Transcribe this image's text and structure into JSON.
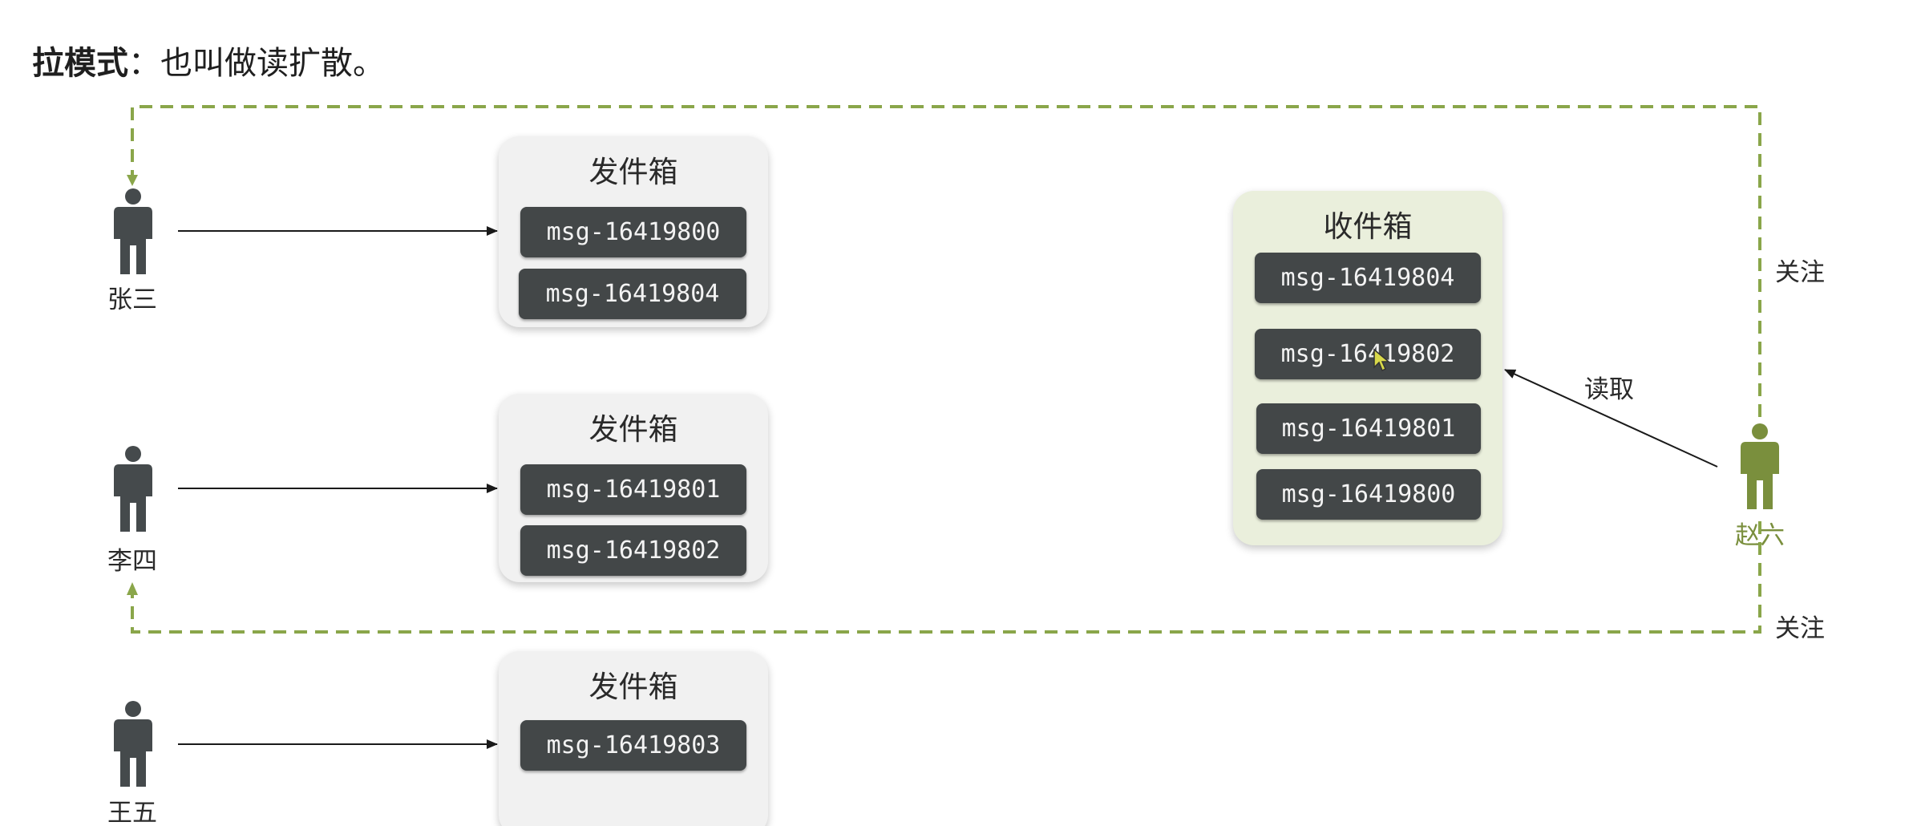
{
  "heading": {
    "bold": "拉模式",
    "rest": "：也叫做读扩散。"
  },
  "users": [
    {
      "name": "张三"
    },
    {
      "name": "李四"
    },
    {
      "name": "王五"
    },
    {
      "name": "赵六"
    }
  ],
  "outboxes": [
    {
      "title": "发件箱",
      "messages": [
        "msg-16419800",
        "msg-16419804"
      ]
    },
    {
      "title": "发件箱",
      "messages": [
        "msg-16419801",
        "msg-16419802"
      ]
    },
    {
      "title": "发件箱",
      "messages": [
        "msg-16419803"
      ]
    }
  ],
  "inbox": {
    "title": "收件箱",
    "messages": [
      "msg-16419804",
      "msg-16419802",
      "msg-16419801",
      "msg-16419800"
    ]
  },
  "labels": {
    "read": "读取",
    "follow_top": "关注",
    "follow_bottom": "关注"
  },
  "colors": {
    "follow_line": "#8aa64a",
    "follower_user": "#7a8f3d",
    "outbox_bg": "#f1f1f1",
    "inbox_bg": "#eaefdc",
    "message_bg": "#434748"
  }
}
